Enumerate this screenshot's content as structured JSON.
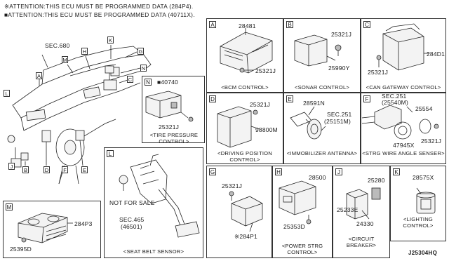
{
  "notes": [
    "※ATTENTION:THIS ECU MUST BE PROGRAMMED DATA (284P4).",
    "■ATTENTION:THIS ECU MUST BE PROGRAMMED DATA (40711X)."
  ],
  "overview": {
    "sec_label": "SEC.680",
    "callouts": [
      "A",
      "M",
      "H",
      "K",
      "G",
      "N",
      "C",
      "L",
      "J",
      "B",
      "D",
      "F",
      "E"
    ]
  },
  "panels": {
    "A": {
      "letter": "A",
      "parts": [
        "28481",
        "25321J"
      ],
      "caption": "<BCM CONTROL>"
    },
    "B": {
      "letter": "B",
      "parts": [
        "25321J",
        "25990Y"
      ],
      "caption": "<SONAR CONTROL>"
    },
    "C": {
      "letter": "C",
      "parts": [
        "284D1",
        "25321J"
      ],
      "caption": "<CAN GATEWAY CONTROL>"
    },
    "N": {
      "letter": "N",
      "parts": [
        "■40740",
        "25321J"
      ],
      "caption": "<TIRE PRESSURE CONTROL>"
    },
    "D": {
      "letter": "D",
      "parts": [
        "25321J",
        "98800M"
      ],
      "caption": "<DRIVING POSITION CONTROL>"
    },
    "E": {
      "letter": "E",
      "parts": [
        "28591N",
        "SEC.251",
        "(25151M)"
      ],
      "caption": "<IMMOBILIZER ANTENNA>"
    },
    "F": {
      "letter": "F",
      "parts": [
        "SEC.251",
        "(25540M)",
        "25554",
        "47945X",
        "25321J"
      ],
      "caption": "<STRG WIRE ANGLE SENSER>"
    },
    "L": {
      "letter": "L",
      "parts": [
        "NOT FOR SALE",
        "SEC.465",
        "(46501)"
      ],
      "caption": "<SEAT BELT SENSOR>"
    },
    "M": {
      "letter": "M",
      "parts": [
        "284P3",
        "25395D"
      ]
    },
    "G": {
      "letter": "G",
      "parts": [
        "25321J",
        "※284P1"
      ]
    },
    "H": {
      "letter": "H",
      "parts": [
        "28500",
        "25353D"
      ],
      "caption": "<POWER STRG CONTROL>"
    },
    "J": {
      "letter": "J",
      "parts": [
        "25280",
        "25233E",
        "24330"
      ],
      "caption": "<CIRCUIT BREAKER>"
    },
    "K": {
      "letter": "K",
      "parts": [
        "28575X"
      ],
      "caption": "<LIGHTING CONTROL>"
    }
  },
  "diagram_ref": "J25304HQ"
}
